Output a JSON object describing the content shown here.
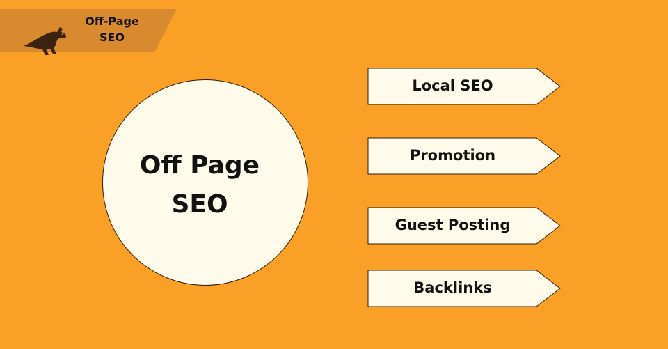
{
  "badge": {
    "line1": "Off-Page",
    "line2": "SEO",
    "logo_icon": "kangaroo-icon"
  },
  "center": {
    "line1": "Off Page",
    "line2": "SEO"
  },
  "items": [
    {
      "label": "Local SEO"
    },
    {
      "label": "Promotion"
    },
    {
      "label": "Guest Posting"
    },
    {
      "label": "Backlinks"
    }
  ],
  "colors": {
    "background": "#FBA026",
    "badge": "#D98A2F",
    "shape_fill": "#FEFBEA",
    "text": "#111111"
  }
}
